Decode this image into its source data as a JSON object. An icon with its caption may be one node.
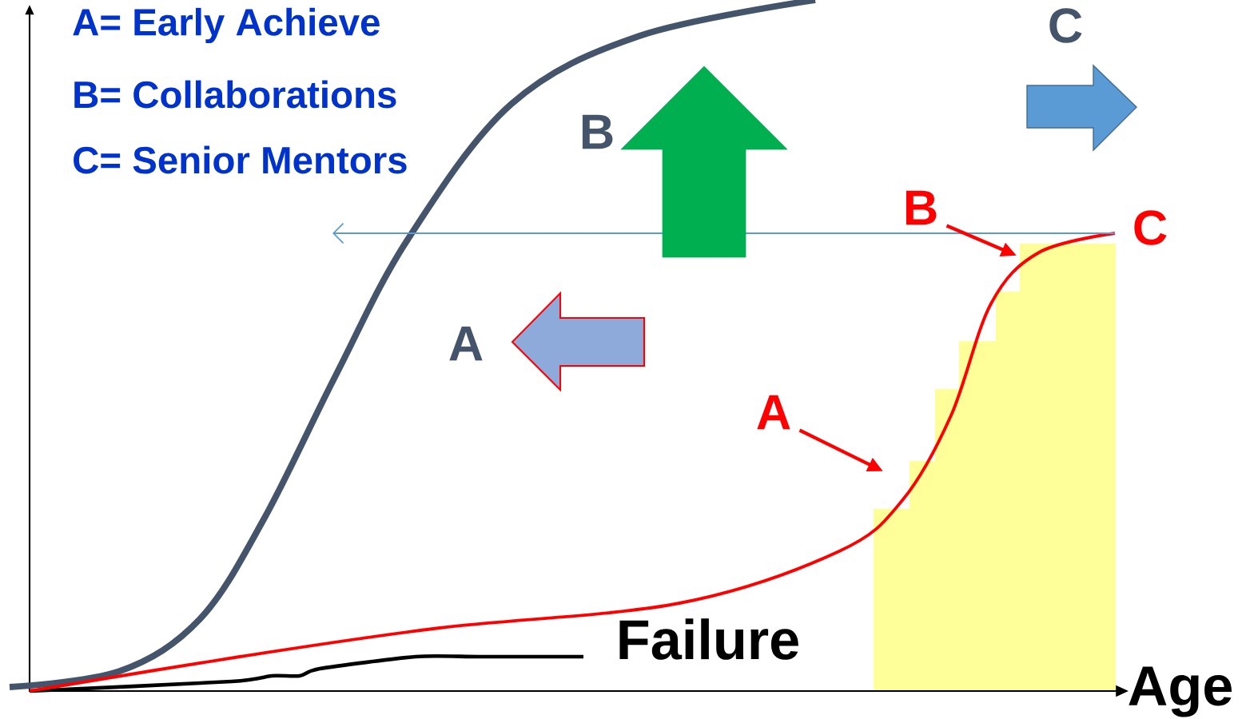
{
  "diagram": {
    "nodes": [
      {
        "text": [
          "A"
        ]
      },
      {
        "text": [
          "B"
        ]
      },
      {
        "text": [],
        "shape": "bar"
      }
    ],
    "edges": [
      {
        "from": 0,
        "to": 2,
        "arrow": "to"
      },
      {
        "from": 1,
        "to": 2,
        "arrow": "to"
      }
    ],
    "labels": [
      "A= Early Achieve",
      "B= Collaborations",
      "C= Senior Mentors",
      "C",
      "B",
      "A",
      "C",
      "Failure",
      "Age"
    ]
  }
}
